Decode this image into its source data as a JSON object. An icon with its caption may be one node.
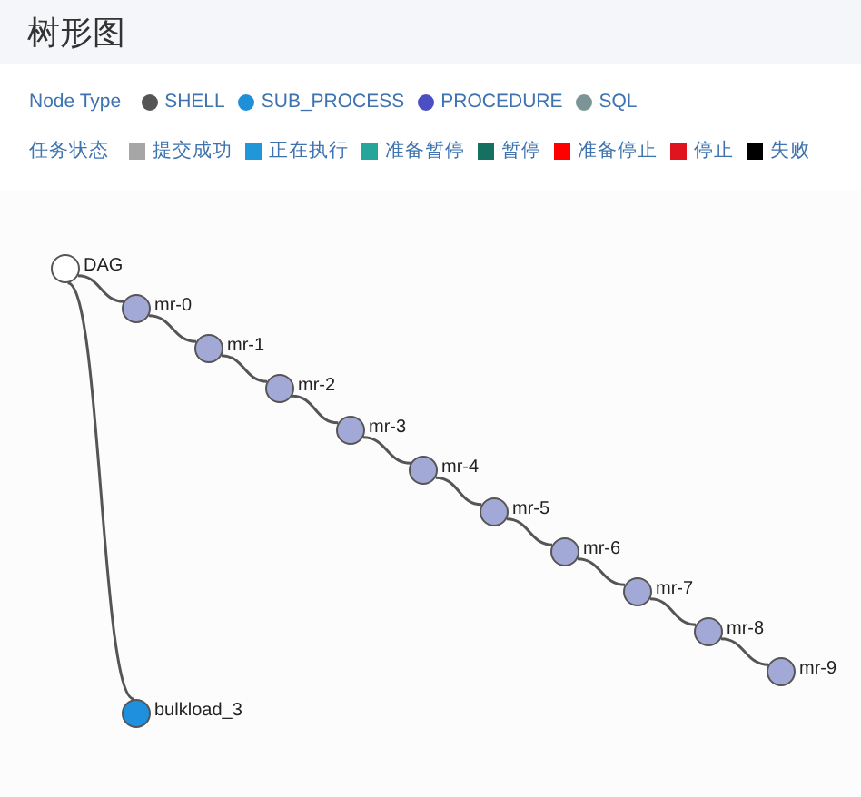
{
  "diagram": {
    "title": "树形图",
    "nodes": [
      {
        "text": [],
        "shape": "circle",
        "beside": [
          "DAG"
        ]
      },
      {
        "text": [],
        "shape": "circle",
        "beside": [
          "mr-0"
        ]
      },
      {
        "text": [],
        "shape": "circle",
        "beside": [
          "mr-1"
        ]
      },
      {
        "text": [],
        "shape": "circle",
        "beside": [
          "mr-2"
        ]
      },
      {
        "text": [],
        "shape": "circle",
        "beside": [
          "mr-3"
        ]
      },
      {
        "text": [],
        "shape": "circle",
        "beside": [
          "mr-4"
        ]
      },
      {
        "text": [],
        "shape": "circle",
        "beside": [
          "mr-5"
        ]
      },
      {
        "text": [],
        "shape": "circle",
        "beside": [
          "mr-6"
        ]
      },
      {
        "text": [],
        "shape": "circle",
        "beside": [
          "mr-7"
        ]
      },
      {
        "text": [],
        "shape": "circle",
        "beside": [
          "mr-8"
        ]
      },
      {
        "text": [],
        "shape": "circle",
        "beside": [
          "mr-9"
        ]
      },
      {
        "text": [],
        "shape": "circle",
        "beside": [
          "bulkload_3"
        ]
      }
    ],
    "edges": [
      {
        "from": 0,
        "to": 1,
        "arrow": "none"
      },
      {
        "from": 1,
        "to": 2,
        "arrow": "none"
      },
      {
        "from": 2,
        "to": 3,
        "arrow": "none"
      },
      {
        "from": 3,
        "to": 4,
        "arrow": "none"
      },
      {
        "from": 4,
        "to": 5,
        "arrow": "none"
      },
      {
        "from": 5,
        "to": 6,
        "arrow": "none"
      },
      {
        "from": 6,
        "to": 7,
        "arrow": "none"
      },
      {
        "from": 7,
        "to": 8,
        "arrow": "none"
      },
      {
        "from": 8,
        "to": 9,
        "arrow": "none"
      },
      {
        "from": 9,
        "to": 10,
        "arrow": "none"
      },
      {
        "from": 0,
        "to": 11,
        "arrow": "none"
      }
    ],
    "labels": [
      "Node Type",
      "任务状态"
    ],
    "legend": [
      {
        "text": "SHELL",
        "color": "#555555"
      },
      {
        "text": "SUB_PROCESS",
        "color": "#1f8fd8"
      },
      {
        "text": "PROCEDURE",
        "color": "#4b4fc4"
      },
      {
        "text": "SQL",
        "color": "#7b9496"
      },
      {
        "text": "提交成功",
        "color": "#a6a6a6"
      },
      {
        "text": "正在执行",
        "color": "#2196d9"
      },
      {
        "text": "准备暂停",
        "color": "#26a69a"
      },
      {
        "text": "暂停",
        "color": "#157062"
      },
      {
        "text": "准备停止",
        "color": "#ff0000"
      },
      {
        "text": "停止",
        "color": "#e0141f"
      },
      {
        "text": "失败",
        "color": "#000000"
      }
    ]
  }
}
